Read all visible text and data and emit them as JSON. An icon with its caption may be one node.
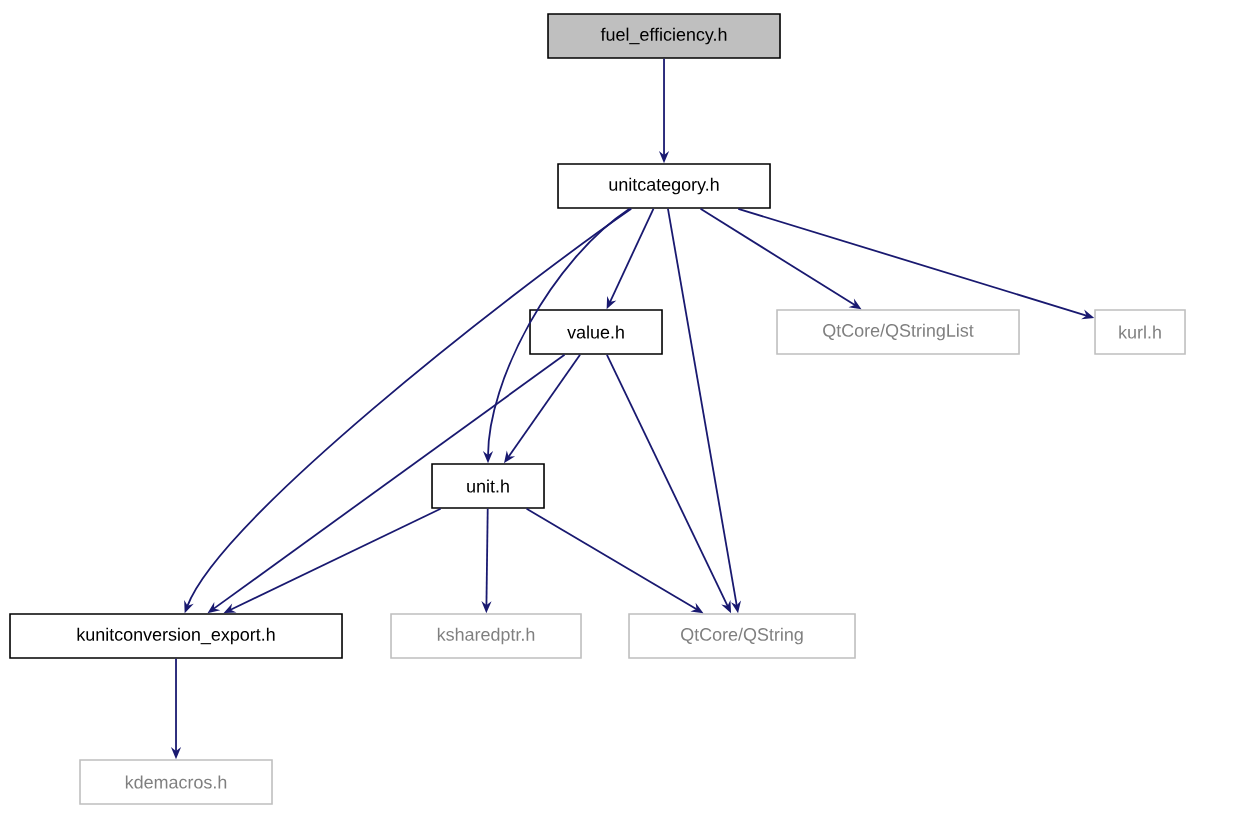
{
  "diagram": {
    "nodes": [
      {
        "text": [
          "fuel_efficiency.h"
        ]
      },
      {
        "text": [
          "unitcategory.h"
        ]
      },
      {
        "text": [
          "value.h"
        ]
      },
      {
        "text": [
          "QtCore/QStringList"
        ]
      },
      {
        "text": [
          "kurl.h"
        ]
      },
      {
        "text": [
          "unit.h"
        ]
      },
      {
        "text": [
          "kunitconversion_export.h"
        ]
      },
      {
        "text": [
          "ksharedptr.h"
        ]
      },
      {
        "text": [
          "QtCore/QString"
        ]
      },
      {
        "text": [
          "kdemacros.h"
        ]
      }
    ],
    "edges": [
      {
        "from": 0,
        "to": 1,
        "arrow": "to"
      },
      {
        "from": 1,
        "to": 2,
        "arrow": "to"
      },
      {
        "from": 1,
        "to": 3,
        "arrow": "to"
      },
      {
        "from": 1,
        "to": 4,
        "arrow": "to"
      },
      {
        "from": 1,
        "to": 5,
        "arrow": "to"
      },
      {
        "from": 1,
        "to": 6,
        "arrow": "to"
      },
      {
        "from": 1,
        "to": 8,
        "arrow": "to"
      },
      {
        "from": 2,
        "to": 5,
        "arrow": "to"
      },
      {
        "from": 2,
        "to": 6,
        "arrow": "to"
      },
      {
        "from": 2,
        "to": 8,
        "arrow": "to"
      },
      {
        "from": 5,
        "to": 6,
        "arrow": "to"
      },
      {
        "from": 5,
        "to": 7,
        "arrow": "to"
      },
      {
        "from": 5,
        "to": 8,
        "arrow": "to"
      },
      {
        "from": 6,
        "to": 9,
        "arrow": "to"
      }
    ]
  }
}
